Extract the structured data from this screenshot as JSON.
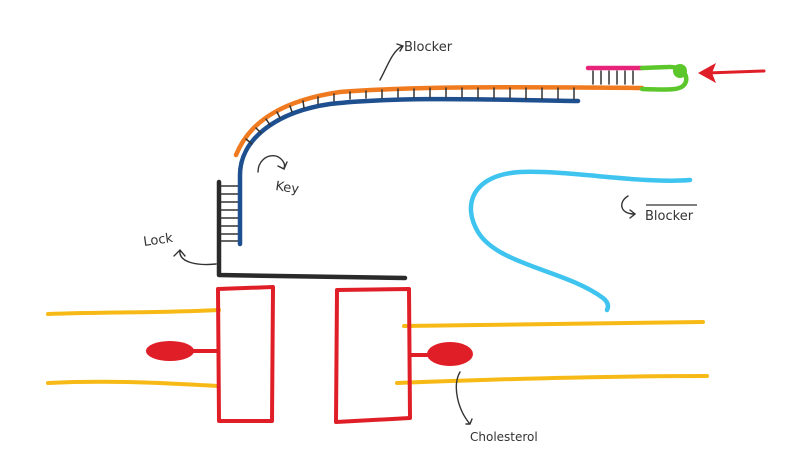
{
  "labels": {
    "blocker": "Blocker",
    "blocker_complement": "Blocker",
    "key": "Key",
    "lock": "Lock",
    "cholesterol": "Cholesterol"
  },
  "colors": {
    "blocker_strand": "#f07a1f",
    "key_strand": "#1e4f8f",
    "lock_strand": "#2a2a2a",
    "toehold": "#e8237a",
    "hairpin_loop": "#5cc72a",
    "free_blocker_strand": "#3ec4ef",
    "membrane": "#f7b915",
    "channel": "#e01e27",
    "cholesterol": "#e01e27",
    "incoming_arrow": "#e01e27",
    "annotation": "#333333"
  }
}
